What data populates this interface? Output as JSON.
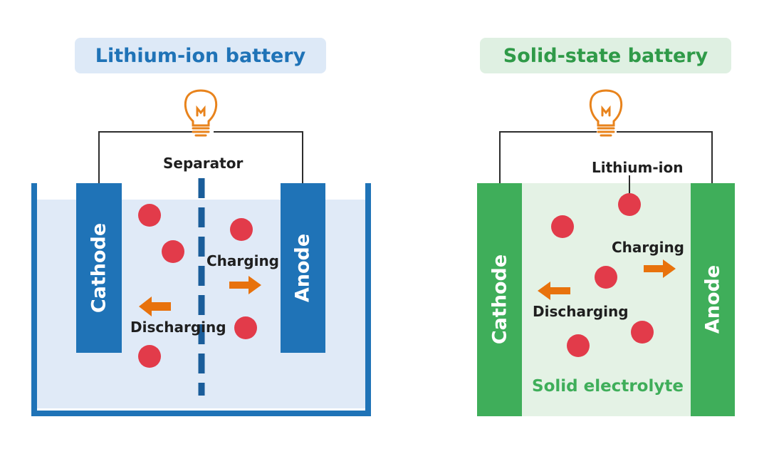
{
  "liion": {
    "title": "Lithium-ion battery",
    "separator_label": "Separator",
    "cathode_label": "Cathode",
    "anode_label": "Anode",
    "charging_label": "Charging",
    "discharging_label": "Discharging"
  },
  "solid": {
    "title": "Solid-state battery",
    "lithium_ion_label": "Lithium-ion",
    "cathode_label": "Cathode",
    "anode_label": "Anode",
    "charging_label": "Charging",
    "discharging_label": "Discharging",
    "electrolyte_label": "Solid electrolyte"
  },
  "colors": {
    "liion_blue": "#1f73b7",
    "liion_title_bg": "#dde9f7",
    "liion_electrolyte": "#e0eaf7",
    "solid_green": "#3fae5a",
    "solid_title_bg": "#dff0e2",
    "solid_electrolyte": "#e4f2e5",
    "ion_red": "#e23b4a",
    "arrow_orange": "#e8720c",
    "bulb_orange": "#e8831c"
  }
}
